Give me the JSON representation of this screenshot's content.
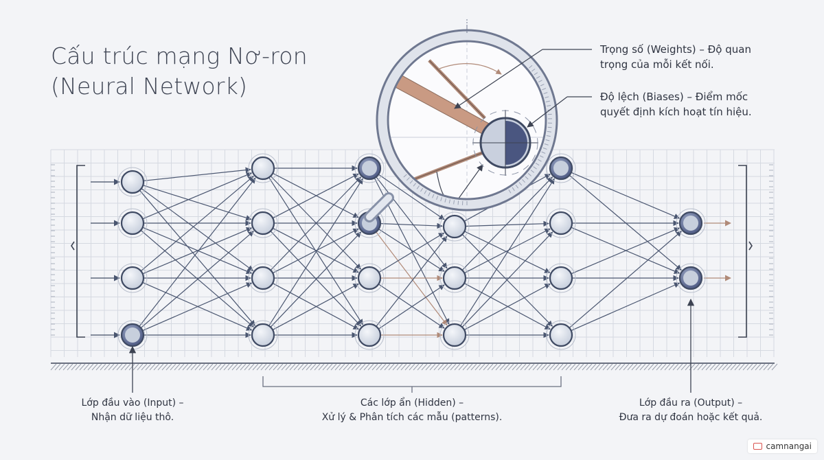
{
  "title": {
    "line1": "Cấu trúc mạng Nơ-ron",
    "line2": "(Neural Network)"
  },
  "annotations": {
    "weights": {
      "line1": "Trọng số (Weights) – Độ quan",
      "line2": "trọng của mỗi kết nối."
    },
    "biases": {
      "line1": "Độ lệch (Biases) – Điểm mốc",
      "line2": "quyết định kích hoạt tín hiệu."
    }
  },
  "layers": {
    "input": {
      "line1": "Lớp đầu vào (Input) –",
      "line2": "Nhận dữ liệu thô."
    },
    "hidden": {
      "line1": "Các lớp ẩn (Hidden) –",
      "line2": "Xử lý & Phân tích các mẫu (patterns)."
    },
    "output": {
      "line1": "Lớp đầu ra (Output) –",
      "line2": "Đưa ra dự đoán hoặc kết quả."
    }
  },
  "network": {
    "layer_sizes": [
      4,
      4,
      4,
      4,
      4,
      2
    ]
  },
  "brand": {
    "icon": "book-icon",
    "label": "camnangai"
  },
  "colors": {
    "node_fill": "#cfd6e2",
    "node_stroke": "#3f4a63",
    "node_dark": "#4a5680",
    "edge": "#4a5670",
    "edge_highlight": "#b08a78",
    "weight_beam": "#c99a83",
    "grid": "#d5d9e1",
    "text": "#2f3441"
  }
}
